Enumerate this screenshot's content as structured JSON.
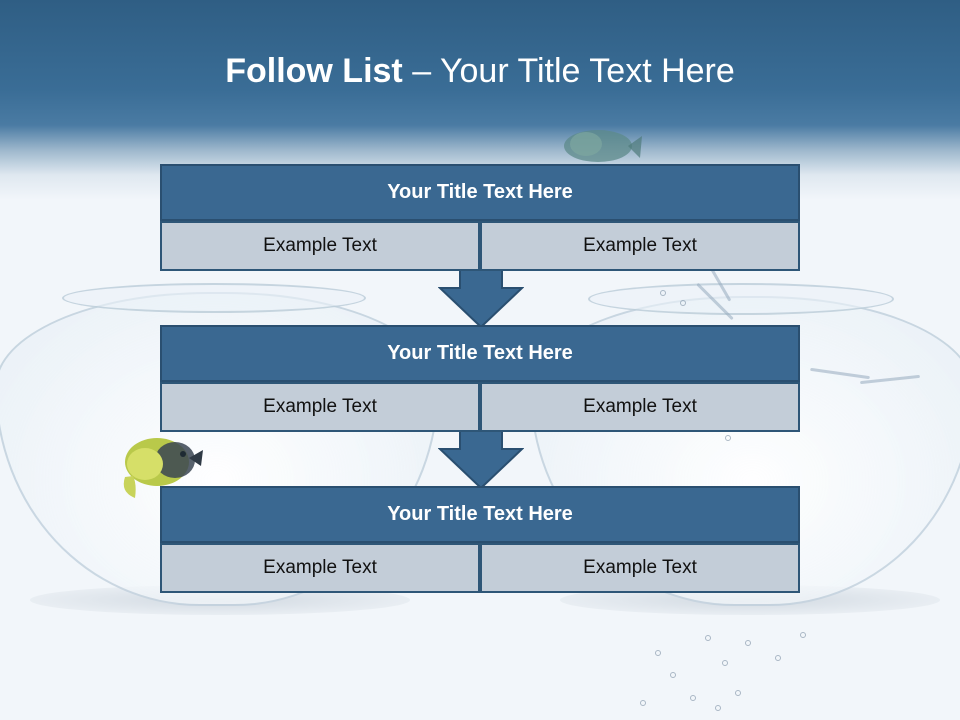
{
  "slide": {
    "title_bold": "Follow List",
    "title_rest": " – Your Title Text Here"
  },
  "steps": [
    {
      "title": "Your Title Text Here",
      "left": "Example Text",
      "right": "Example Text"
    },
    {
      "title": "Your Title Text Here",
      "left": "Example Text",
      "right": "Example Text"
    },
    {
      "title": "Your Title Text Here",
      "left": "Example Text",
      "right": "Example Text"
    }
  ],
  "colors": {
    "header_band": "#3a6d96",
    "box_header": "#3a6891",
    "box_cell": "#c3cdd8",
    "arrow": "#3a6891"
  }
}
